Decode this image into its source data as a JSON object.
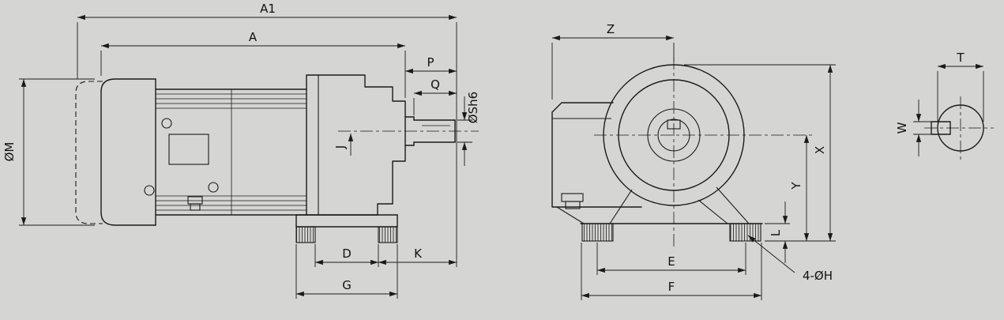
{
  "colors": {
    "background": "#d5d6d3",
    "line": "#1a1a1a",
    "text": "#111111"
  },
  "labels": {
    "side": {
      "a1": "A1",
      "a": "A",
      "p": "P",
      "q": "Q",
      "shaft_dia": "ØSh6",
      "motor_dia": "ØM",
      "j": "J",
      "d": "D",
      "k": "K",
      "g": "G"
    },
    "front": {
      "z": "Z",
      "x": "X",
      "y": "Y",
      "l": "L",
      "e": "E",
      "f": "F",
      "mounting_holes": "4-ØH"
    },
    "end": {
      "t": "T",
      "w": "W"
    }
  }
}
